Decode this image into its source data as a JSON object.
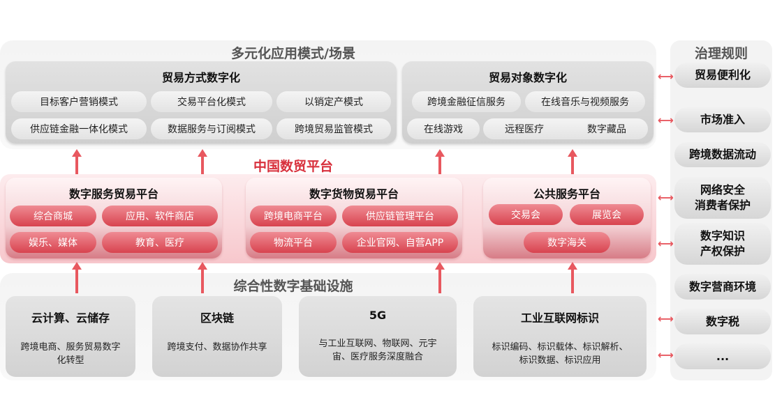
{
  "top": {
    "title": "多元化应用模式/场景",
    "left": {
      "title": "贸易方式数字化",
      "items": [
        "目标客户营销模式",
        "交易平台化模式",
        "以销定产模式",
        "供应链金融一体化模式",
        "数据服务与订阅模式",
        "跨境贸易监管模式"
      ]
    },
    "right": {
      "title": "贸易对象数字化",
      "items": [
        "跨境金融征信服务",
        "在线音乐与视频服务",
        "在线游戏",
        "远程医疗",
        "数字藏品"
      ]
    }
  },
  "middle": {
    "title": "中国数贸平台",
    "service": {
      "title": "数字服务贸易平台",
      "items": [
        "综合商城",
        "应用、软件商店",
        "娱乐、媒体",
        "教育、医疗"
      ]
    },
    "goods": {
      "title": "数字货物贸易平台",
      "items": [
        "跨境电商平台",
        "供应链管理平台",
        "物流平台",
        "企业官网、自营APP"
      ]
    },
    "public": {
      "title": "公共服务平台",
      "items": [
        "交易会",
        "展览会",
        "数字海关"
      ]
    }
  },
  "bottom": {
    "title": "综合性数字基础设施",
    "boxes": [
      {
        "title": "云计算、云储存",
        "desc": "跨境电商、服务贸易数字化转型"
      },
      {
        "title": "区块链",
        "desc": "跨境支付、数据协作共享"
      },
      {
        "title": "5G",
        "desc": "与工业互联网、物联网、元宇宙、医疗服务深度融合"
      },
      {
        "title": "工业互联网标识",
        "desc": "标识编码、标识载体、标识解析、标识数据、标识应用"
      }
    ]
  },
  "governance": {
    "title": "治理规则",
    "items": [
      "贸易便利化",
      "市场准入",
      "跨境数据流动",
      "网络安全\n消费者保护",
      "数字知识\n产权保护",
      "数字营商环境",
      "数字税",
      "..."
    ]
  },
  "colors": {
    "accent": "#e8585f",
    "title_red": "#d8303c"
  }
}
